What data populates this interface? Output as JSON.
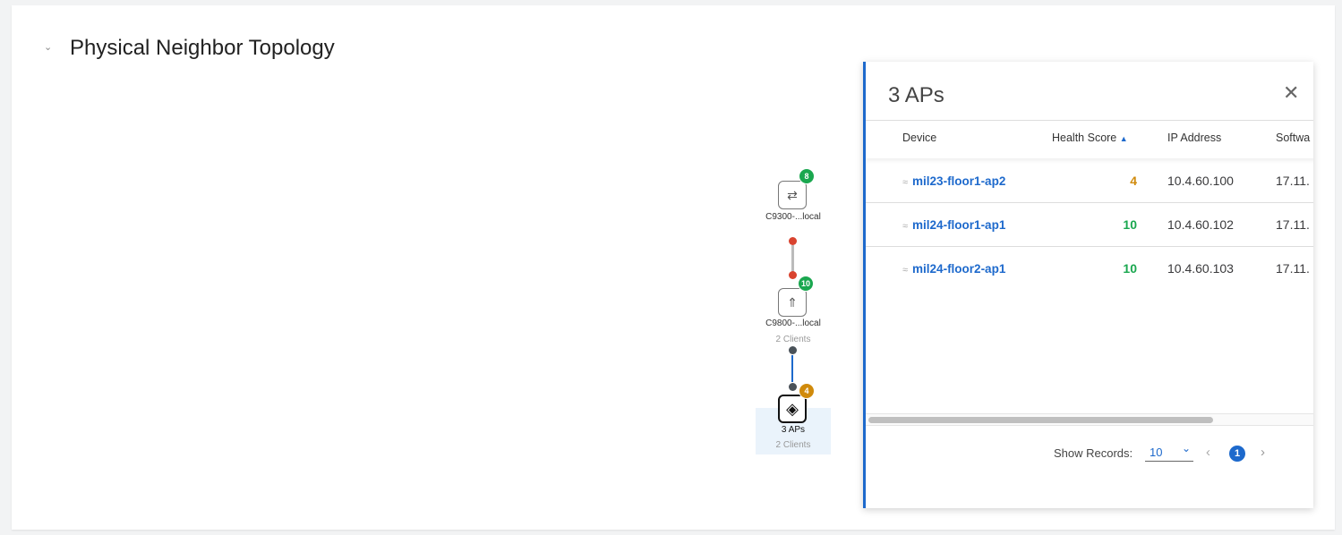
{
  "section": {
    "title": "Physical Neighbor Topology",
    "collapse_icon": "chevron-down-icon"
  },
  "topology": {
    "nodes": [
      {
        "label": "C9300-...local",
        "badge": "8",
        "badge_color": "#1aa74f",
        "icon": "switch-icon"
      },
      {
        "label": "C9800-...local",
        "sublabel": "2 Clients",
        "badge": "10",
        "badge_color": "#1aa74f",
        "icon": "wireless-controller-icon"
      },
      {
        "label": "3 APs",
        "sublabel": "2 Clients",
        "badge": "4",
        "badge_color": "#d08a0b",
        "icon": "wifi-icon",
        "selected": true
      }
    ],
    "links": [
      {
        "status_color": "#d9432f"
      },
      {
        "status_color": "#4a5259",
        "line_color": "#1d69cc"
      }
    ]
  },
  "panel": {
    "title": "3 APs",
    "columns": [
      "Device",
      "Health Score",
      "IP Address",
      "Softwa"
    ],
    "sort": {
      "column": "Health Score",
      "direction": "ascending"
    },
    "rows": [
      {
        "device": "mil23-floor1-ap2",
        "health": "4",
        "health_color": "#d08a0b",
        "ip": "10.4.60.100",
        "software": "17.11."
      },
      {
        "device": "mil24-floor1-ap1",
        "health": "10",
        "health_color": "#1aa74f",
        "ip": "10.4.60.102",
        "software": "17.11."
      },
      {
        "device": "mil24-floor2-ap1",
        "health": "10",
        "health_color": "#1aa74f",
        "ip": "10.4.60.103",
        "software": "17.11."
      }
    ],
    "footer": {
      "show_records_label": "Show Records:",
      "records_value": "10",
      "current_page": "1"
    }
  }
}
